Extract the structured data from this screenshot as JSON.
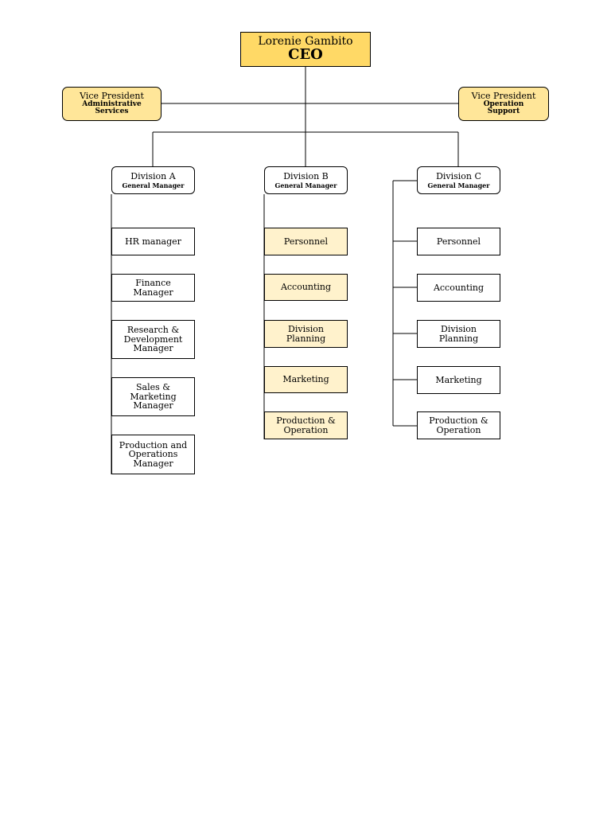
{
  "ceo": {
    "name": "Lorenie Gambito",
    "title": "CEO"
  },
  "vp_admin": {
    "line1": "Vice President",
    "line2": "Administrative",
    "line3": "Services"
  },
  "vp_ops": {
    "line1": "Vice President",
    "line2": "Operation",
    "line3": "Support"
  },
  "divisions": [
    {
      "name": "Division A",
      "role": "General Manager"
    },
    {
      "name": "Division B",
      "role": "General Manager"
    },
    {
      "name": "Division C",
      "role": "General Manager"
    }
  ],
  "division_a_units": [
    {
      "line1": "HR manager",
      "line2": "",
      "line3": ""
    },
    {
      "line1": "Finance",
      "line2": "Manager",
      "line3": ""
    },
    {
      "line1": "Research &",
      "line2": "Development",
      "line3": "Manager"
    },
    {
      "line1": "Sales &",
      "line2": "Marketing",
      "line3": "Manager"
    },
    {
      "line1": "Production and",
      "line2": "Operations",
      "line3": "Manager"
    }
  ],
  "division_b_units": [
    {
      "line1": "Personnel",
      "line2": ""
    },
    {
      "line1": "Accounting",
      "line2": ""
    },
    {
      "line1": "Division",
      "line2": "Planning"
    },
    {
      "line1": "Marketing",
      "line2": ""
    },
    {
      "line1": "Production &",
      "line2": "Operation"
    }
  ],
  "division_c_units": [
    {
      "line1": "Personnel",
      "line2": ""
    },
    {
      "line1": "Accounting",
      "line2": ""
    },
    {
      "line1": "Division",
      "line2": "Planning"
    },
    {
      "line1": "Marketing",
      "line2": ""
    },
    {
      "line1": "Production &",
      "line2": "Operation"
    }
  ],
  "colors": {
    "ceo_fill": "#ffd966",
    "vp_fill": "#ffe699",
    "division_b_fill": "#fff2cc",
    "line": "#000000"
  }
}
